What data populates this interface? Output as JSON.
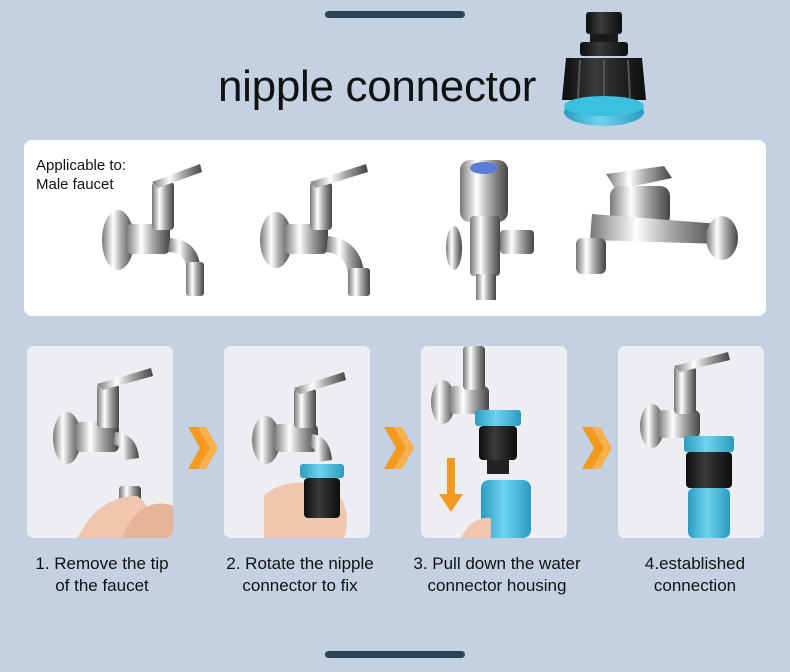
{
  "title": "nipple connector",
  "applicable": {
    "line1": "Applicable to:",
    "line2": "Male faucet"
  },
  "faucets": [
    {
      "icon": "wall-faucet-icon"
    },
    {
      "icon": "wall-faucet-icon"
    },
    {
      "icon": "angle-valve-icon"
    },
    {
      "icon": "mixer-faucet-icon"
    }
  ],
  "steps": [
    {
      "line1": "1. Remove the tip",
      "line2": "of  the faucet"
    },
    {
      "line1": "2. Rotate the nipple",
      "line2": "connector to fix"
    },
    {
      "line1": "3. Pull down the water",
      "line2": "connector housing"
    },
    {
      "line1": "4.established",
      "line2": "connection"
    }
  ],
  "colors": {
    "background": "#c3d1e2",
    "bar": "#2f4256",
    "accent_blue": "#2eb3d6",
    "arrow_orange": "#f39a1f"
  }
}
